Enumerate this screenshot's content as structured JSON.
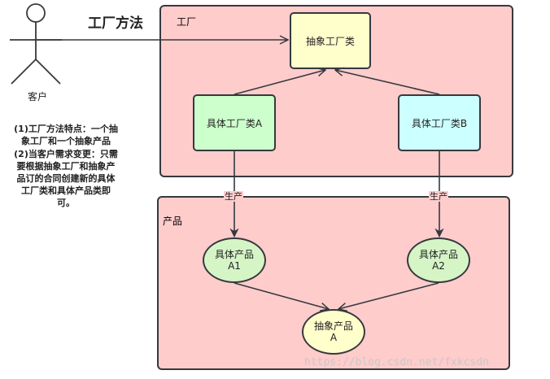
{
  "title": "工厂方法",
  "actor": {
    "label": "客户"
  },
  "factory_group": {
    "label": "工厂"
  },
  "product_group": {
    "label": "产品"
  },
  "nodes": {
    "abstract_factory": "抽象工厂类",
    "factory_a": "具体工厂类A",
    "factory_b": "具体工厂类B",
    "product_a1": "具体产品\nA1",
    "product_a2": "具体产品\nA2",
    "abstract_product": "抽象产品\nA"
  },
  "edges": {
    "produce_left": "生产",
    "produce_right": "生产"
  },
  "notes": {
    "line1": "(1)工厂方法特点：一个抽\n象工厂和一个抽象产品",
    "line2": "(2)当客户需求变更：只需\n要根据抽象工厂和抽象产\n品订的合同创建新的具体\n工厂类和具体产品类即\n可。"
  },
  "watermark": "https://blog.csdn.net/fxkcsdn",
  "colors": {
    "group_fill": "#ffcccc",
    "abstract_factory_fill": "#ffffcc",
    "factory_a_fill": "#ccffcc",
    "factory_b_fill": "#ccffff",
    "product_fill": "#d5f5c7",
    "abstract_product_fill": "#ffffcc",
    "stroke": "#36393d"
  }
}
